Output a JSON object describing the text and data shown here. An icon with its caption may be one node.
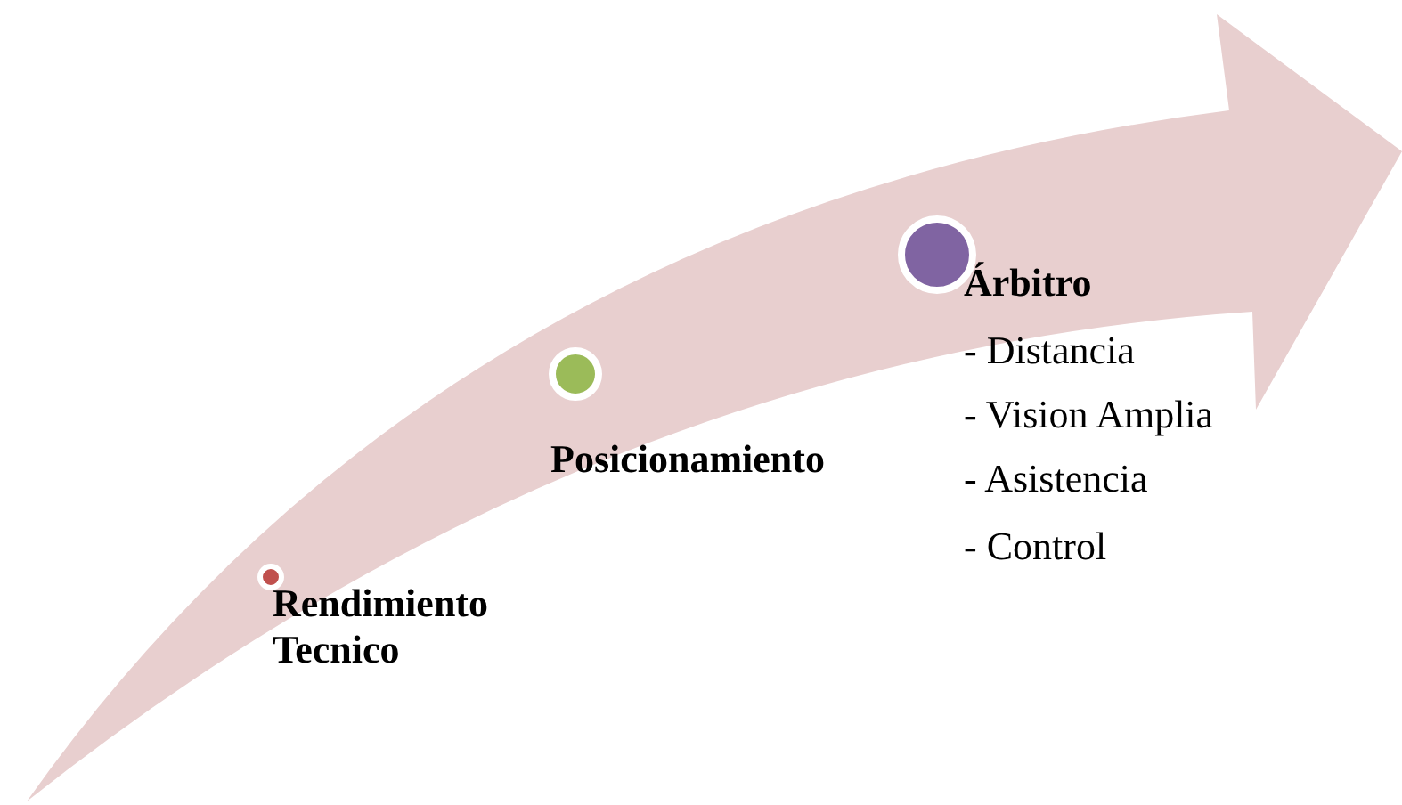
{
  "diagram": {
    "nodes": [
      {
        "text": [
          "Rendimiento Tecnico"
        ]
      },
      {
        "text": [
          "Posicionamiento"
        ]
      },
      {
        "text": [
          "Árbitro",
          "- Distancia",
          "- Vision Amplia",
          "- Asistencia",
          "- Control"
        ]
      }
    ]
  }
}
